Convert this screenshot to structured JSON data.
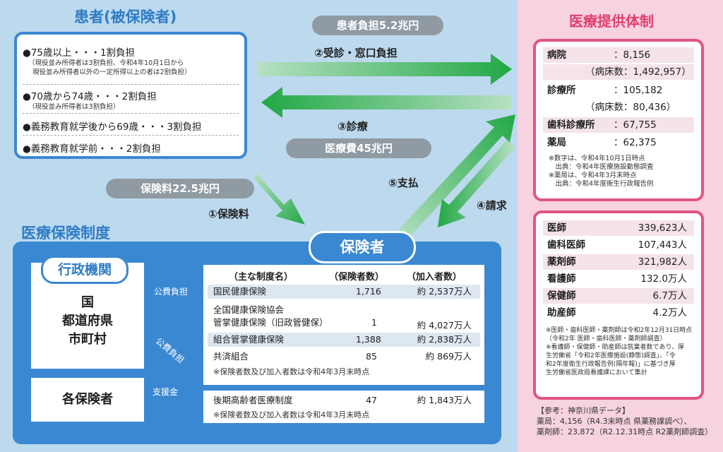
{
  "patients": {
    "title": "患者(被保険者)",
    "items": [
      {
        "main": "●75歳以上・・・1割負担",
        "subs": [
          "（現役並み所得者は3割負担、令和4年10月1日から",
          "現役並み所得者以外の一定所得以上の者は2割負担）"
        ]
      },
      {
        "main": "●70歳から74歳・・・2割負担",
        "subs": [
          "（現役並み所得者は3割負担）"
        ]
      },
      {
        "main": "●義務教育就学後から69歳・・・3割負担",
        "subs": []
      },
      {
        "main": "●義務教育就学前・・・2割負担",
        "subs": []
      }
    ]
  },
  "flows": {
    "patient_burden": "患者負担5.2兆円",
    "step2": "②受診・窓口負担",
    "step3": "③診療",
    "medical_cost": "医療費45兆円",
    "premium_amount": "保険料22.5兆円",
    "step1": "①保険料",
    "step5": "⑤支払",
    "step4": "④請求"
  },
  "providers": {
    "title": "医療提供体制",
    "facilities": [
      {
        "label": "病院",
        "value": "：8,156"
      },
      {
        "label": "",
        "value": "（病床数：1,492,957）"
      },
      {
        "label": "診療所",
        "value": "：105,182"
      },
      {
        "label": "",
        "value": "（病床数：80,436）"
      },
      {
        "label": "歯科診療所",
        "value": "：67,755"
      },
      {
        "label": "薬局",
        "value": "：62,375"
      }
    ],
    "facility_notes": "※数字は、令和4年10月1日時点\n　出典：令和4年医療施設動態調査\n※薬局は、令和4年3月末時点\n　出典：令和4年度衛生行政報告例",
    "staff": [
      {
        "label": "医師",
        "value": "339,623人"
      },
      {
        "label": "歯科医師",
        "value": "107,443人"
      },
      {
        "label": "薬剤師",
        "value": "321,982人"
      },
      {
        "label": "看護師",
        "value": "132.0万人"
      },
      {
        "label": "保健師",
        "value": "6.7万人"
      },
      {
        "label": "助産師",
        "value": "4.2万人"
      }
    ],
    "staff_notes": "※医師・歯科医師・薬剤師は令和2年12月31日時点\n（令和2年 医師・歯科医師・薬剤師調査）\n※看護師・保健師・助産師は就業者数であり、厚\n生労働省「令和2年医療施設(静態)調査」、「令\n和2年度衛生行政報告例(隔年報)」に基づき厚\n生労働省医政局看護課において集計",
    "reference": [
      "【参考：神奈川県データ】",
      "薬局：4,156（R4.3末時点 県薬務課調べ）、",
      "薬剤師：23,872（R2.12.31時点 R2薬剤師調査）"
    ]
  },
  "insurance_system": {
    "title": "医療保険制度",
    "insurer_title": "保険者",
    "gov_title": "行政機関",
    "gov_items": [
      "国",
      "都道府県",
      "市町村"
    ],
    "public_burden_1": "公費負担",
    "public_burden_2": "公費負担",
    "support": "支援金",
    "other_insurers": "各保険者",
    "table": {
      "headers": [
        "（主な制度名）",
        "（保険者数）",
        "（加入者数）"
      ],
      "rows": [
        {
          "name": "国民健康保険",
          "count": "1,716",
          "members": "約 2,537万人"
        },
        {
          "name": "全国健康保険協会",
          "count": "",
          "members": ""
        },
        {
          "name": "管掌健康保険（旧政管健保）",
          "count": "1",
          "members": "約 4,027万人"
        },
        {
          "name": "組合管掌健康保険",
          "count": "1,388",
          "members": "約 2,838万人"
        },
        {
          "name": "共済組合",
          "count": "85",
          "members": "約 869万人"
        }
      ],
      "note": "※保険者数及び加入者数は令和4年3月末時点"
    },
    "elderly": {
      "name": "後期高齢者医療制度",
      "count": "47",
      "members": "約 1,843万人",
      "note": "※保険者数及び加入者数は令和4年3月末時点"
    }
  }
}
